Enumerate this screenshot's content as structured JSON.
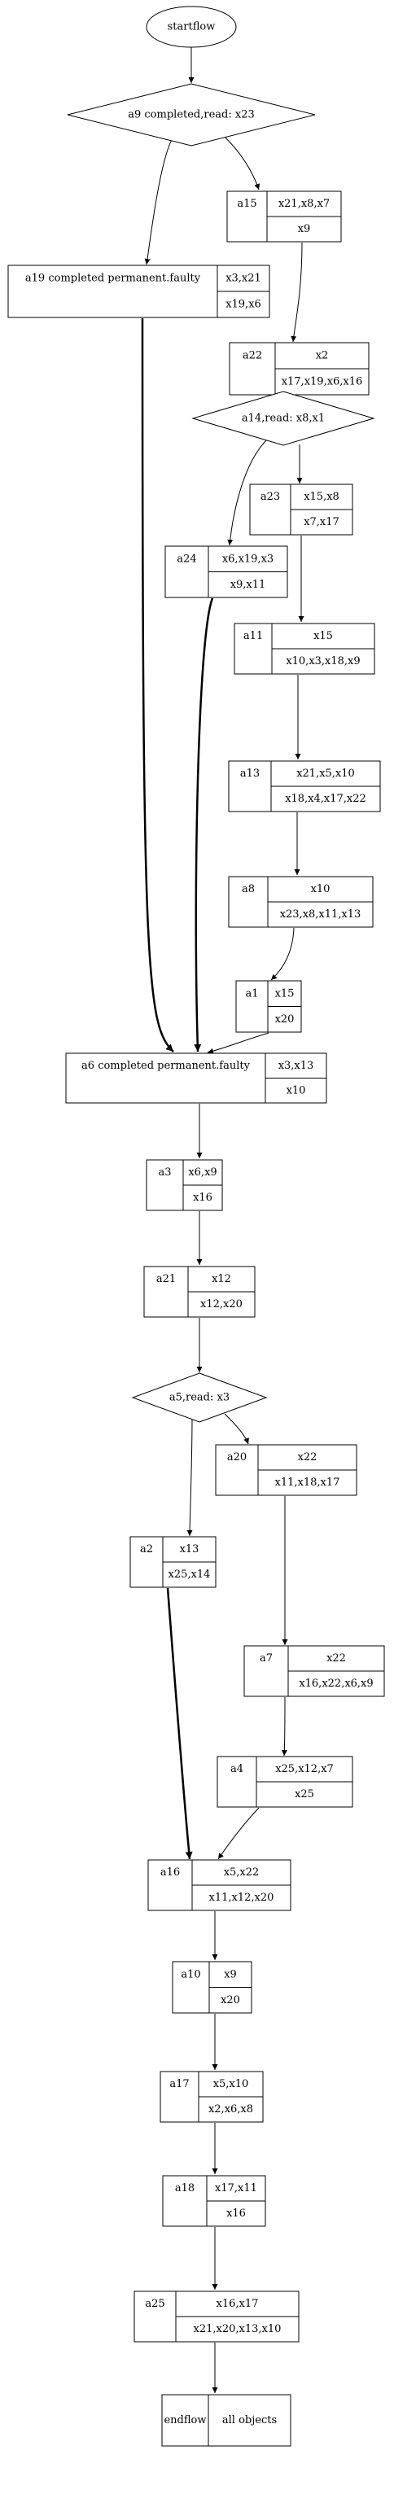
{
  "start": "startflow",
  "end": {
    "name": "endflow",
    "cells": [
      "all objects"
    ]
  },
  "nodes": {
    "a9": {
      "label": "a9 completed,read: x23"
    },
    "a15": {
      "name": "a15",
      "top": "x21,x8,x7",
      "bottom": "x9"
    },
    "a19": {
      "name": "a19 completed permanent.faulty",
      "top": "x3,x21",
      "bottom": "x19,x6"
    },
    "a22": {
      "name": "a22",
      "top": "x2",
      "bottom": "x17,x19,x6,x16"
    },
    "a14": {
      "label": "a14,read: x8,x1"
    },
    "a23": {
      "name": "a23",
      "top": "x15,x8",
      "bottom": "x7,x17"
    },
    "a24": {
      "name": "a24",
      "top": "x6,x19,x3",
      "bottom": "x9,x11"
    },
    "a11": {
      "name": "a11",
      "top": "x15",
      "bottom": "x10,x3,x18,x9"
    },
    "a13": {
      "name": "a13",
      "top": "x21,x5,x10",
      "bottom": "x18,x4,x17,x22"
    },
    "a8": {
      "name": "a8",
      "top": "x10",
      "bottom": "x23,x8,x11,x13"
    },
    "a1": {
      "name": "a1",
      "top": "x15",
      "bottom": "x20"
    },
    "a6": {
      "name": "a6 completed permanent.faulty",
      "top": "x3,x13",
      "bottom": "x10"
    },
    "a3": {
      "name": "a3",
      "top": "x6,x9",
      "bottom": "x16"
    },
    "a21": {
      "name": "a21",
      "top": "x12",
      "bottom": "x12,x20"
    },
    "a5": {
      "label": "a5,read: x3"
    },
    "a20": {
      "name": "a20",
      "top": "x22",
      "bottom": "x11,x18,x17"
    },
    "a2": {
      "name": "a2",
      "top": "x13",
      "bottom": "x25,x14"
    },
    "a7": {
      "name": "a7",
      "top": "x22",
      "bottom": "x16,x22,x6,x9"
    },
    "a4": {
      "name": "a4",
      "top": "x25,x12,x7",
      "bottom": "x25"
    },
    "a16": {
      "name": "a16",
      "top": "x5,x22",
      "bottom": "x11,x12,x20"
    },
    "a10": {
      "name": "a10",
      "top": "x9",
      "bottom": "x20"
    },
    "a17": {
      "name": "a17",
      "top": "x5,x10",
      "bottom": "x2,x6,x8"
    },
    "a18": {
      "name": "a18",
      "top": "x17,x11",
      "bottom": "x16"
    },
    "a25": {
      "name": "a25",
      "top": "x16,x17",
      "bottom": "x21,x20,x13,x10"
    }
  },
  "edges": [
    {
      "from": "start",
      "to": "a9",
      "bold": false
    },
    {
      "from": "a9",
      "to": "a19",
      "bold": false
    },
    {
      "from": "a9",
      "to": "a15",
      "bold": false
    },
    {
      "from": "a15",
      "to": "a22",
      "bold": false
    },
    {
      "from": "a22",
      "to": "a14",
      "bold": false
    },
    {
      "from": "a14",
      "to": "a24",
      "bold": false
    },
    {
      "from": "a14",
      "to": "a23",
      "bold": false
    },
    {
      "from": "a23",
      "to": "a11",
      "bold": false
    },
    {
      "from": "a11",
      "to": "a13",
      "bold": false
    },
    {
      "from": "a13",
      "to": "a8",
      "bold": false
    },
    {
      "from": "a8",
      "to": "a1",
      "bold": false
    },
    {
      "from": "a19",
      "to": "a6",
      "bold": true
    },
    {
      "from": "a24",
      "to": "a6",
      "bold": true
    },
    {
      "from": "a1",
      "to": "a6",
      "bold": false
    },
    {
      "from": "a6",
      "to": "a3",
      "bold": false
    },
    {
      "from": "a3",
      "to": "a21",
      "bold": false
    },
    {
      "from": "a21",
      "to": "a5",
      "bold": false
    },
    {
      "from": "a5",
      "to": "a2",
      "bold": false
    },
    {
      "from": "a5",
      "to": "a20",
      "bold": false
    },
    {
      "from": "a20",
      "to": "a7",
      "bold": false
    },
    {
      "from": "a7",
      "to": "a4",
      "bold": false
    },
    {
      "from": "a2",
      "to": "a16",
      "bold": true
    },
    {
      "from": "a4",
      "to": "a16",
      "bold": false
    },
    {
      "from": "a16",
      "to": "a10",
      "bold": false
    },
    {
      "from": "a10",
      "to": "a17",
      "bold": false
    },
    {
      "from": "a17",
      "to": "a18",
      "bold": false
    },
    {
      "from": "a18",
      "to": "a25",
      "bold": false
    },
    {
      "from": "a25",
      "to": "end",
      "bold": false
    }
  ]
}
